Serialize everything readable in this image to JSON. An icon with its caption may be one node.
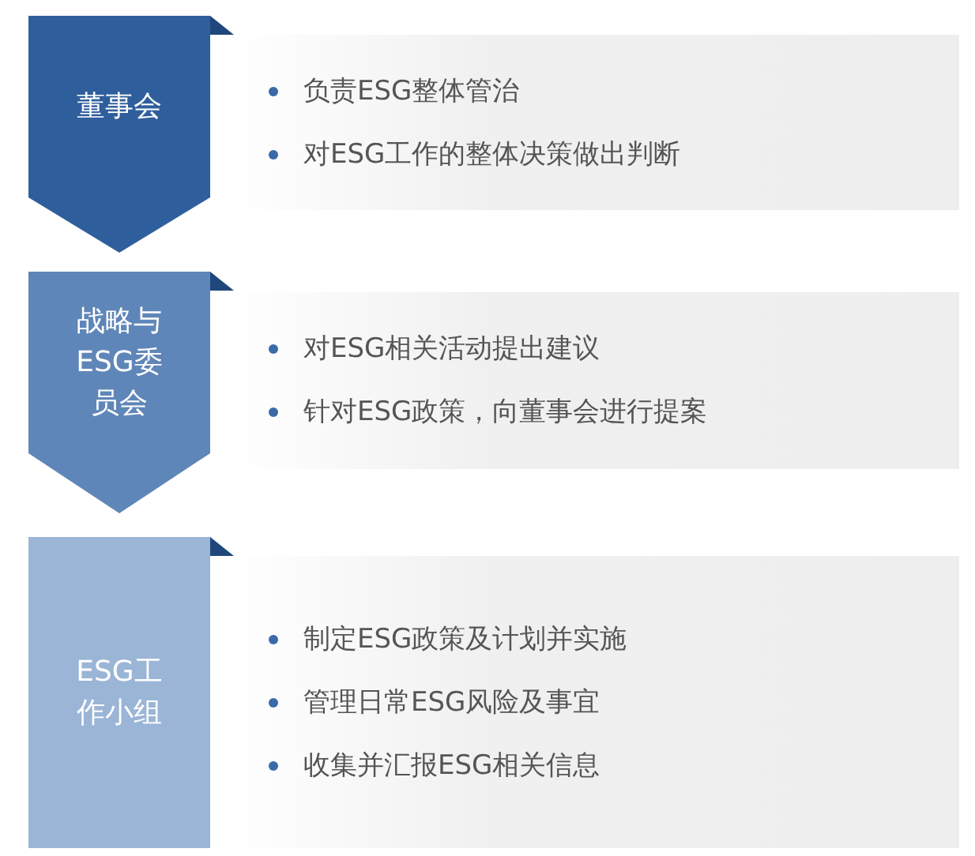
{
  "diagram": {
    "nodes": [
      {
        "text": [
          "董事会"
        ]
      },
      {
        "text": [
          "负责ESG整体管治",
          "对ESG工作的整体决策做出判断"
        ]
      },
      {
        "text": [
          "战略与ESG委员会"
        ]
      },
      {
        "text": [
          "对ESG相关活动提出建议",
          "针对ESG政策，向董事会进行提案"
        ]
      },
      {
        "text": [
          "ESG工作小组"
        ]
      },
      {
        "text": [
          "制定ESG政策及计划并实施",
          "管理日常ESG风险及事宜",
          "收集并汇报ESG相关信息"
        ]
      }
    ]
  }
}
